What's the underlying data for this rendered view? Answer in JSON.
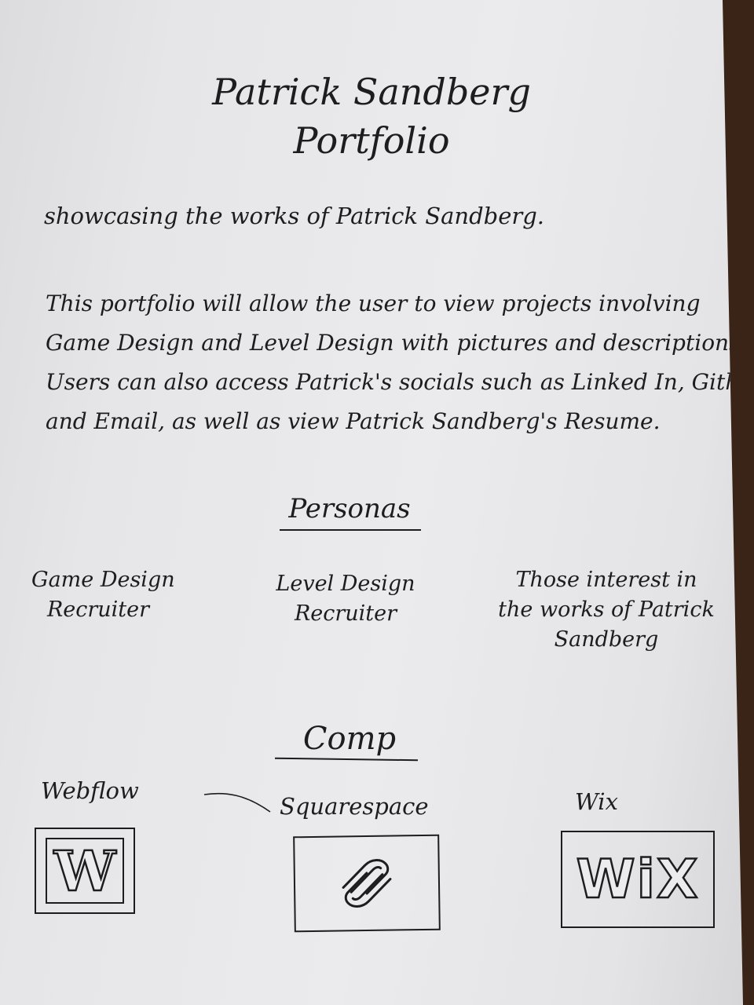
{
  "title": {
    "line1": "Patrick Sandberg",
    "line2": "Portfolio"
  },
  "subtitle": "showcasing the works of Patrick Sandberg.",
  "description": [
    "This portfolio will allow the user to view projects involving",
    "Game Design and Level Design with pictures and descriptions,",
    "Users can also access Patrick's socials such as Linked In, Githnb,",
    "and Email, as well as view Patrick Sandberg's Resume."
  ],
  "personas": {
    "heading": "Personas",
    "items": [
      {
        "lines": [
          "Game Design",
          "Recruiter"
        ]
      },
      {
        "lines": [
          "Level Design",
          "Recruiter"
        ]
      },
      {
        "lines": [
          "Those interest in",
          "the works of Patrick",
          "Sandberg"
        ]
      }
    ]
  },
  "comp": {
    "heading": "Comp",
    "items": [
      {
        "label": "Webflow",
        "logo_text": "W",
        "icon": "webflow-logo"
      },
      {
        "label": "Squarespace",
        "logo_text": "",
        "icon": "squarespace-logo"
      },
      {
        "label": "Wix",
        "logo_text": "WiX",
        "icon": "wix-logo"
      }
    ]
  },
  "colors": {
    "paper": "#e8e8ea",
    "ink": "#1d1d1f",
    "desk": "#3a2418"
  }
}
